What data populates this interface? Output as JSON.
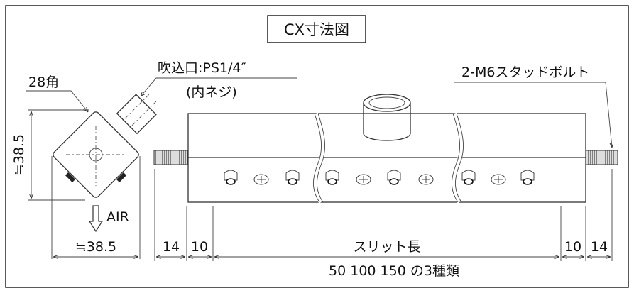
{
  "title": "CX寸法図",
  "labels": {
    "square_size": "28角",
    "inlet": "吹込口:PS1/4″",
    "inlet_thread": "(内ネジ)",
    "stud_bolt": "2-M6スタッドボルト",
    "air": "AIR"
  },
  "dimensions": {
    "height": "≒38.5",
    "width": "≒38.5",
    "left_stud": "14",
    "left_margin": "10",
    "slit_length": "スリット長",
    "right_margin": "10",
    "right_stud": "14",
    "slit_variants": "50 100 150 の3種類"
  }
}
